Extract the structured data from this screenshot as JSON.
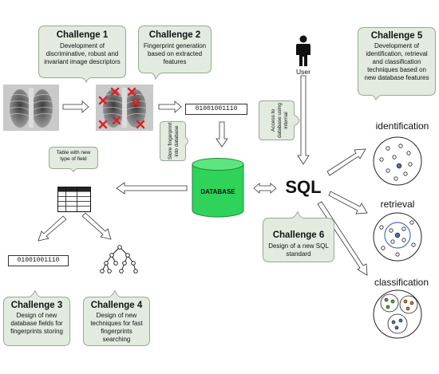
{
  "challenges": [
    {
      "title": "Challenge 1",
      "body": "Development of discriminative, robust and invariant image descriptors"
    },
    {
      "title": "Challenge 2",
      "body": "Fingerprint generation based on extracted features"
    },
    {
      "title": "Challenge 3",
      "body": "Design of new database fields for fingerprints storing"
    },
    {
      "title": "Challenge 4",
      "body": "Design of new techniques for fast fingerprints searching"
    },
    {
      "title": "Challenge 5",
      "body": "Development of identification, retrieval and classification techniques based on new database features"
    },
    {
      "title": "Challenge 6",
      "body": "Design of a new SQL standard"
    }
  ],
  "labels": {
    "binary_top": "01001001110",
    "binary_bottom": "01001001110",
    "store_fingerprint": "Store fingerprint into database",
    "access_database": "Access to database using internal",
    "table_new_field": "Table with new type of field",
    "database": "DATABASE",
    "sql": "SQL",
    "user": "User",
    "identification": "identification",
    "retrieval": "retrieval",
    "classification": "classification"
  },
  "colors": {
    "callout_fill": "#e3ebe1",
    "callout_stroke": "#97a894",
    "database_green": "#2fd35a",
    "marker_red": "#e0202a",
    "dot_blue": "#4f6fb5"
  }
}
